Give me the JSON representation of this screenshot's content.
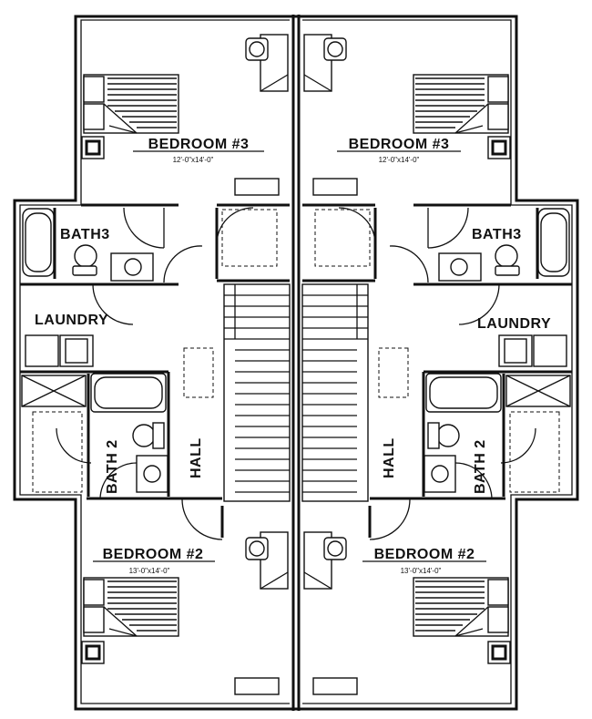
{
  "rooms": {
    "bedroom3_left": {
      "name": "BEDROOM #3",
      "dims": "12'-0\"x14'-0\""
    },
    "bedroom3_right": {
      "name": "BEDROOM #3",
      "dims": "12'-0\"x14'-0\""
    },
    "bath3_left": {
      "name": "BATH3"
    },
    "bath3_right": {
      "name": "BATH3"
    },
    "laundry_left": {
      "name": "LAUNDRY"
    },
    "laundry_right": {
      "name": "LAUNDRY"
    },
    "bath2_left": {
      "name": "BATH 2"
    },
    "bath2_right": {
      "name": "BATH 2"
    },
    "hall_left": {
      "name": "HALL"
    },
    "hall_right": {
      "name": "HALL"
    },
    "bedroom2_left": {
      "name": "BEDROOM #2",
      "dims": "13'-0\"x14'-0\""
    },
    "bedroom2_right": {
      "name": "BEDROOM #2",
      "dims": "13'-0\"x14'-0\""
    }
  }
}
